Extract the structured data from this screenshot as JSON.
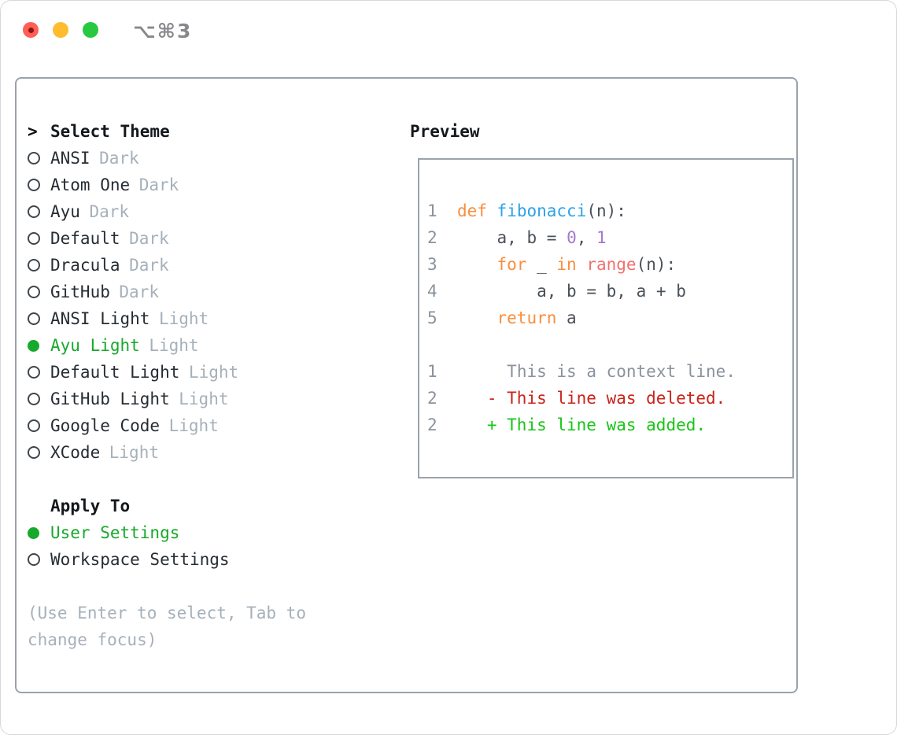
{
  "window": {
    "title": "⌥⌘3",
    "traffic_lights": [
      {
        "name": "close",
        "color": "#ff5f57"
      },
      {
        "name": "minimize",
        "color": "#febc2e"
      },
      {
        "name": "zoom",
        "color": "#28c840"
      }
    ]
  },
  "theme_panel": {
    "focus_indicator": ">",
    "title": "Select Theme",
    "themes": [
      {
        "name": "ANSI",
        "variant": "Dark",
        "selected": false
      },
      {
        "name": "Atom One",
        "variant": "Dark",
        "selected": false
      },
      {
        "name": "Ayu",
        "variant": "Dark",
        "selected": false
      },
      {
        "name": "Default",
        "variant": "Dark",
        "selected": false
      },
      {
        "name": "Dracula",
        "variant": "Dark",
        "selected": false
      },
      {
        "name": "GitHub",
        "variant": "Dark",
        "selected": false
      },
      {
        "name": "ANSI Light",
        "variant": "Light",
        "selected": false
      },
      {
        "name": "Ayu Light",
        "variant": "Light",
        "selected": true
      },
      {
        "name": "Default Light",
        "variant": "Light",
        "selected": false
      },
      {
        "name": "GitHub Light",
        "variant": "Light",
        "selected": false
      },
      {
        "name": "Google Code",
        "variant": "Light",
        "selected": false
      },
      {
        "name": "XCode",
        "variant": "Light",
        "selected": false
      }
    ],
    "apply_to": {
      "label": "Apply To",
      "options": [
        {
          "label": "User Settings",
          "selected": true
        },
        {
          "label": "Workspace Settings",
          "selected": false
        }
      ]
    },
    "hint": "(Use Enter to select, Tab to change focus)"
  },
  "preview": {
    "title": "Preview",
    "code_lines": [
      [
        {
          "t": "1",
          "c": "gutter"
        },
        {
          "t": "  ",
          "c": "fg"
        },
        {
          "t": "def",
          "c": "keyword"
        },
        {
          "t": " ",
          "c": "fg"
        },
        {
          "t": "fibonacci",
          "c": "function"
        },
        {
          "t": "(n):",
          "c": "fg"
        }
      ],
      [
        {
          "t": "2",
          "c": "gutter"
        },
        {
          "t": "      ",
          "c": "fg"
        },
        {
          "t": "a",
          "c": "var"
        },
        {
          "t": ", ",
          "c": "fg"
        },
        {
          "t": "b",
          "c": "var"
        },
        {
          "t": " = ",
          "c": "fg"
        },
        {
          "t": "0",
          "c": "number"
        },
        {
          "t": ", ",
          "c": "fg"
        },
        {
          "t": "1",
          "c": "number"
        }
      ],
      [
        {
          "t": "3",
          "c": "gutter"
        },
        {
          "t": "      ",
          "c": "fg"
        },
        {
          "t": "for",
          "c": "keyword"
        },
        {
          "t": " _ ",
          "c": "fg"
        },
        {
          "t": "in",
          "c": "keyword"
        },
        {
          "t": " ",
          "c": "fg"
        },
        {
          "t": "range",
          "c": "builtin"
        },
        {
          "t": "(n):",
          "c": "fg"
        }
      ],
      [
        {
          "t": "4",
          "c": "gutter"
        },
        {
          "t": "          ",
          "c": "fg"
        },
        {
          "t": "a",
          "c": "var"
        },
        {
          "t": ", ",
          "c": "fg"
        },
        {
          "t": "b",
          "c": "var"
        },
        {
          "t": " = ",
          "c": "fg"
        },
        {
          "t": "b",
          "c": "var"
        },
        {
          "t": ", ",
          "c": "fg"
        },
        {
          "t": "a",
          "c": "var"
        },
        {
          "t": " + ",
          "c": "fg"
        },
        {
          "t": "b",
          "c": "var"
        }
      ],
      [
        {
          "t": "5",
          "c": "gutter"
        },
        {
          "t": "      ",
          "c": "fg"
        },
        {
          "t": "return",
          "c": "keyword"
        },
        {
          "t": " ",
          "c": "fg"
        },
        {
          "t": "a",
          "c": "var"
        }
      ],
      [],
      [
        {
          "t": "1",
          "c": "gutter"
        },
        {
          "t": "       ",
          "c": "fg"
        },
        {
          "t": "This is a context line.",
          "c": "context"
        }
      ],
      [
        {
          "t": "2",
          "c": "gutter"
        },
        {
          "t": "     ",
          "c": "fg"
        },
        {
          "t": "- This line was deleted.",
          "c": "deleted"
        }
      ],
      [
        {
          "t": "2",
          "c": "gutter"
        },
        {
          "t": "     ",
          "c": "fg"
        },
        {
          "t": "+ This line was added.",
          "c": "added"
        }
      ]
    ]
  },
  "colors": {
    "accent_green": "#17a92c",
    "added_green": "#16c616",
    "deleted_red": "#c9231a",
    "keyword_orange": "#fa8d3e",
    "function_blue": "#2da2e8",
    "builtin_coral": "#f0716f",
    "number_purple": "#a37acc",
    "code_fg": "#4a5057",
    "gutter_gray": "#8a929c",
    "muted_gray": "#a6b0bb",
    "panel_border": "#9aa2ac",
    "traffic_red": "#ff5f57",
    "traffic_yellow": "#febc2e",
    "traffic_green": "#28c840"
  }
}
